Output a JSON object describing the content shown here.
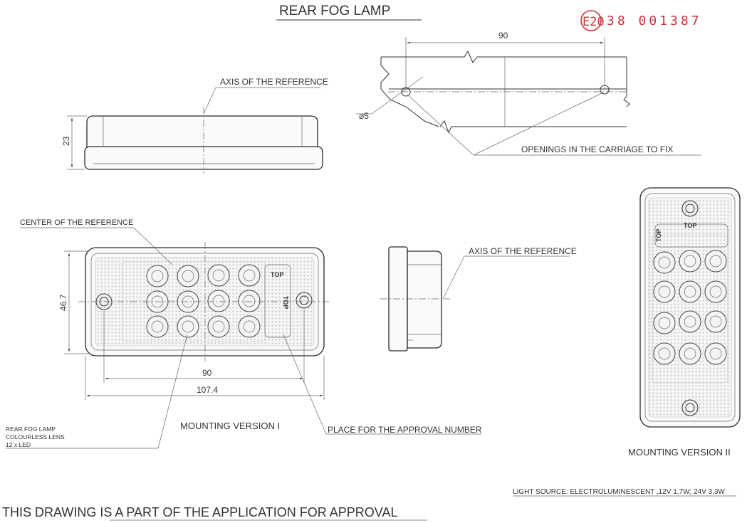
{
  "title": "REAR FOG LAMP",
  "stamp": {
    "mark": "E20",
    "number": "38 001387",
    "color": "#c8323b"
  },
  "labels": {
    "axis_reference_top": "AXIS OF THE REFERENCE",
    "axis_reference_mid": "AXIS OF THE REFERENCE",
    "center_reference": "CENTER OF THE REFERENCE",
    "openings": "OPENINGS IN THE CARRIAGE TO FIX",
    "approval_place": "PLACE FOR THE APPROVAL NUMBER",
    "mounting_1": "MOUNTING VERSION I",
    "mounting_2": "MOUNTING VERSION II",
    "light_source": "LIGHT SOURCE: ELECTROLUMINESCENT ,12V  1,7W; 24V  3,3W",
    "footer": "THIS DRAWING IS A PART OF THE APPLICATION FOR  APPROVAL"
  },
  "product_note": [
    "REAR FOG LAMP",
    "COLOURLESS LENS",
    "12 x LED"
  ],
  "dimensions": {
    "spacing_top": "90",
    "hole": "⌀5",
    "height_side": "23",
    "height_front": "46.7",
    "spacing_front": "90",
    "width_front": "107.4"
  },
  "top_mark": "TOP",
  "colors": {
    "line": "#333333",
    "stamp": "#c8323b"
  }
}
